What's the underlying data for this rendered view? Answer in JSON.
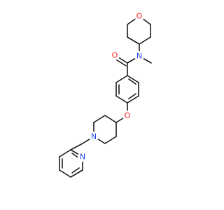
{
  "molecule": {
    "atoms": [
      {
        "id": "O_pyran",
        "symbol": "O",
        "color": "#ff2020"
      },
      {
        "id": "O_amide",
        "symbol": "O",
        "color": "#ff2020"
      },
      {
        "id": "N_amide",
        "symbol": "N",
        "color": "#2040ff"
      },
      {
        "id": "O_ether",
        "symbol": "O",
        "color": "#ff2020"
      },
      {
        "id": "N_piper",
        "symbol": "N",
        "color": "#2040ff"
      },
      {
        "id": "N_pyrid",
        "symbol": "N",
        "color": "#2040ff"
      }
    ],
    "bond_color": "#1a1a1a"
  }
}
